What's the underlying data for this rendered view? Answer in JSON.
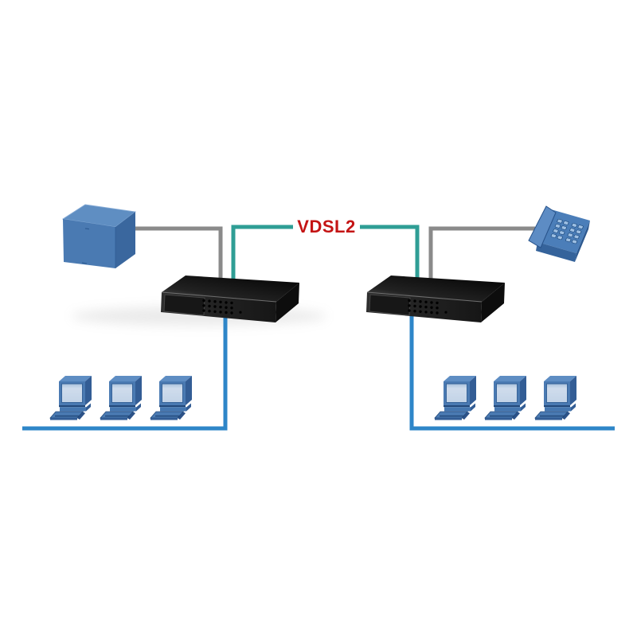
{
  "link": {
    "label": "VDSL2",
    "label_color": "#C41414",
    "line_color": "#2F9E95"
  },
  "colors": {
    "uplink_gray": "#8A8A8A",
    "lan_blue": "#2E86C8",
    "device_blue": "#4A7AB2",
    "switch_black": "#1B1B1B"
  },
  "devices": {
    "left_uplink_device_icon": "blue-cube-network-device-icon",
    "left_switch_icon": "vdsl2-switch-icon",
    "right_switch_icon": "vdsl2-switch-icon",
    "right_uplink_device_icon": "analog-telephone-icon",
    "workstation_icon": "desktop-computer-icon",
    "workstations_left_count": 3,
    "workstations_right_count": 3
  }
}
